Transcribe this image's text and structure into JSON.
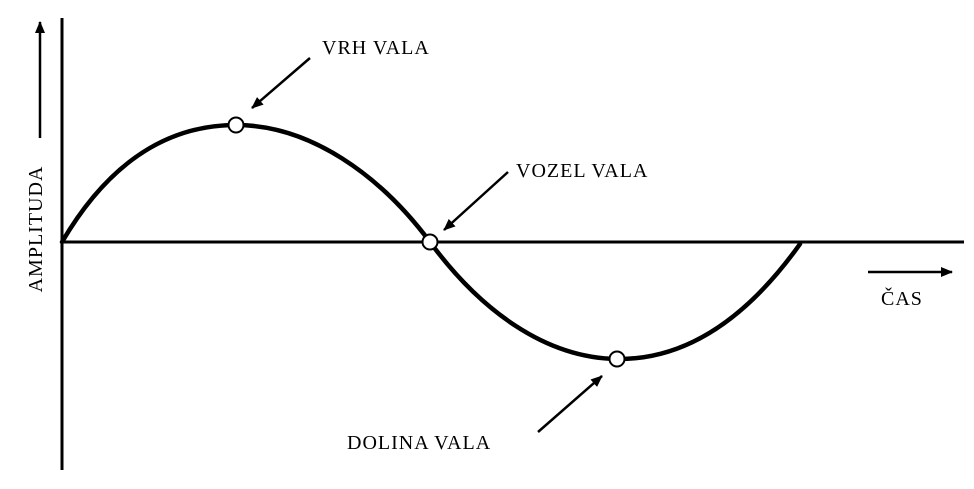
{
  "diagram": {
    "y_axis_label": "AMPLITUDA",
    "x_axis_label": "ČAS",
    "crest_label": "VRH VALA",
    "node_label": "VOZEL VALA",
    "trough_label": "DOLINA VALA",
    "colors": {
      "line": "#000000",
      "marker_fill": "#ffffff",
      "background": "#ffffff"
    }
  }
}
